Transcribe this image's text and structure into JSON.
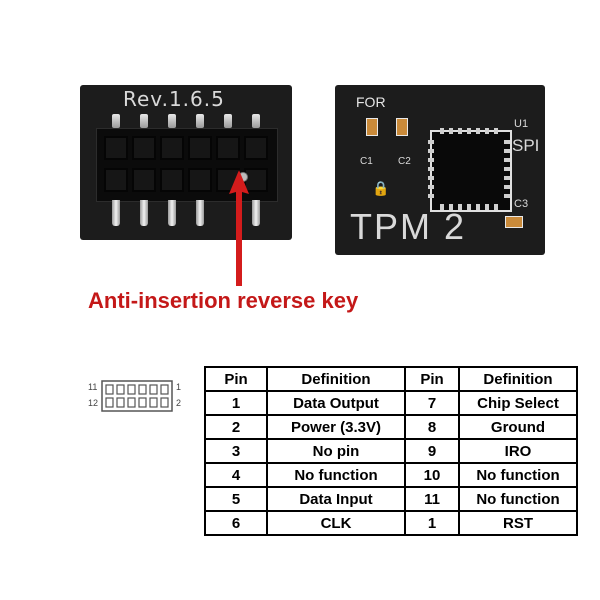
{
  "boards": {
    "left_revision": "Rev.1.6.5",
    "right_silkscreen": {
      "for": "FOR",
      "u1": "U1",
      "spi": "SPI",
      "c1": "C1",
      "c2": "C2",
      "c3": "C3",
      "tpm": "TPM 2"
    }
  },
  "callout": "Anti-insertion reverse key",
  "pin_diagram": {
    "label_top_left": "11",
    "label_bottom_left": "12",
    "label_top_right": "1",
    "label_bottom_right": "2"
  },
  "table": {
    "headers": [
      "Pin",
      "Definition",
      "Pin",
      "Definition"
    ],
    "rows": [
      [
        "1",
        "Data Output",
        "7",
        "Chip Select"
      ],
      [
        "2",
        "Power (3.3V)",
        "8",
        "Ground"
      ],
      [
        "3",
        "No pin",
        "9",
        "IRO"
      ],
      [
        "4",
        "No function",
        "10",
        "No function"
      ],
      [
        "5",
        "Data Input",
        "11",
        "No function"
      ],
      [
        "6",
        "CLK",
        "1",
        "RST"
      ]
    ]
  },
  "colors": {
    "callout": "#c41818",
    "board": "#1c1c1c"
  }
}
